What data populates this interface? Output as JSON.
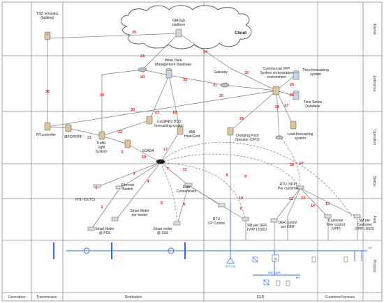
{
  "zones": [
    "Generation",
    "Transmission",
    "Distribution",
    "DER",
    "CustomerPremises"
  ],
  "layers": [
    "Market",
    "Enterprise",
    "Operation",
    "Station",
    "Field",
    "Process"
  ],
  "cloud": {
    "label": "Cloud"
  },
  "nodes": {
    "tso": [
      "TSO simulator",
      "(bidding)"
    ],
    "gmhub": [
      "GM-hub",
      "platform"
    ],
    "mdm": [
      "Meter Data",
      "Management Database"
    ],
    "gateway": [
      "Gateway"
    ],
    "cvpp": [
      "Commercial VPP",
      "System orchestration",
      "environment"
    ],
    "pricefc": [
      "Price forecasting",
      "system"
    ],
    "tsdb": [
      "Time Series",
      "Database"
    ],
    "pf": [
      "P/f controller"
    ],
    "mpopf": [
      "MPOPF/PF"
    ],
    "tls": [
      "Traffic",
      "Light",
      "System"
    ],
    "loadres": [
      "Load/RES DSO",
      "forecasting system"
    ],
    "ami": [
      "AMI",
      "Head End"
    ],
    "cpo": [
      "Charging Point",
      "Operator (CPO)"
    ],
    "loadfc": [
      "Load forecasting",
      "system"
    ],
    "scada": [
      "SCADA"
    ],
    "ethsw": [
      "Ethernet",
      "Switch"
    ],
    "rtuoltc": [
      "RTU (OLTC)"
    ],
    "dc": [
      "Data",
      "Concentrator"
    ],
    "rtuvpp": [
      "RTU (VPP)",
      "Per customer"
    ],
    "smfeeder": [
      "Smart Meter",
      "per feeder"
    ],
    "smpss": [
      "Smart Meter",
      "@ PSS"
    ],
    "smsss": [
      "Smart meter",
      "@ SSS"
    ],
    "rtucp": [
      "RTU",
      "CP Control"
    ],
    "smder": [
      "SM per DER",
      "(VPP | DSO)"
    ],
    "dercontrol": [
      "DER control",
      "per DER"
    ],
    "custflex": [
      "Customer",
      "Flex control",
      "(VPP)"
    ],
    "smcust": [
      "SM per",
      "Customer",
      "(VPP | DSO)"
    ]
  },
  "process_labels": {
    "evcs": "EV CS",
    "mvder": "MV DER",
    "mv": "MV",
    "lv": "LV",
    "g": "G"
  },
  "link_numbers": [
    "1",
    "2",
    "3",
    "4",
    "5",
    "5'",
    "6",
    "7",
    "8",
    "9",
    "9'",
    "10",
    "10'",
    "11'",
    "12",
    "13",
    "14",
    "15",
    "16",
    "17",
    "18",
    "19",
    "20",
    "21",
    "22",
    "23",
    "24",
    "24",
    "25",
    "26",
    "27",
    "28",
    "29",
    "30",
    "30",
    "31",
    "31",
    "33",
    "34",
    "35",
    "36"
  ],
  "colors": {
    "link_number": "#e8231f",
    "process_blue": "#2f6bd6",
    "grid_line": "#9a9a9a",
    "line": "#7a7a7a",
    "text": "#1a1a1a"
  }
}
